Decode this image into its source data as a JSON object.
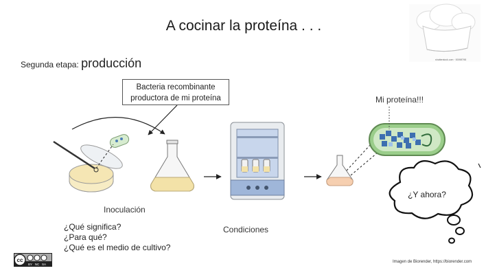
{
  "slide": {
    "title": "A cocinar la proteína  . . .",
    "stage_prefix": "Segunda etapa: ",
    "stage_name": "producción",
    "callout_line1": "Bacteria recombinante",
    "callout_line2": "productora de mi proteína",
    "inoculation_label": "Inoculación",
    "conditions_label": "Condiciones",
    "protein_label": "Mi proteína!!!",
    "questions": [
      "¿Qué significa?",
      "¿Para qué?",
      "¿Qué es el medio de cultivo?"
    ],
    "thought_text": "¿Y ahora?",
    "credit_text": "Imagen de Biorender, https://biorender.com",
    "chef_image_caption": "shutterstock.com · 00098798",
    "license_badge": {
      "main": "cc",
      "parts": [
        "BY",
        "NC",
        "SA"
      ]
    }
  },
  "colors": {
    "title": "#1a1a1a",
    "medium_yellow": "#f3e2a8",
    "bacteria_green": "#9acd8a",
    "protein_blue": "#3d6fb0",
    "incubator_blue": "#c8d6ec",
    "flask_orange": "#f6cfb0"
  },
  "icons": [
    "chef-hat-icon",
    "petri-dish-icon",
    "flask-icon",
    "incubator-icon",
    "bacterium-icon",
    "thought-cloud-icon",
    "arrow-icon"
  ]
}
